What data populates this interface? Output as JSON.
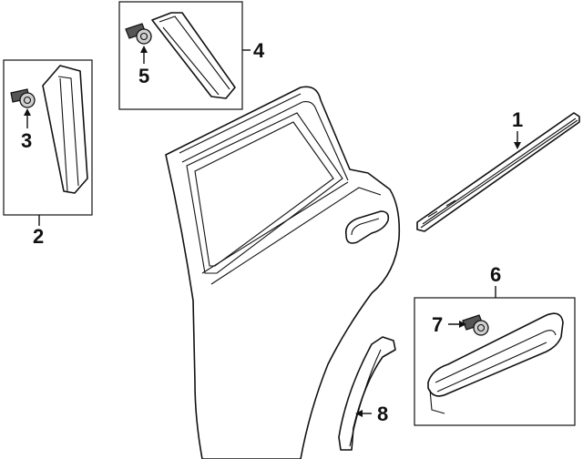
{
  "diagram": {
    "callouts": [
      "1",
      "2",
      "3",
      "4",
      "5",
      "6",
      "7",
      "8"
    ]
  },
  "colors": {
    "ink": "#111111",
    "background": "#ffffff"
  }
}
